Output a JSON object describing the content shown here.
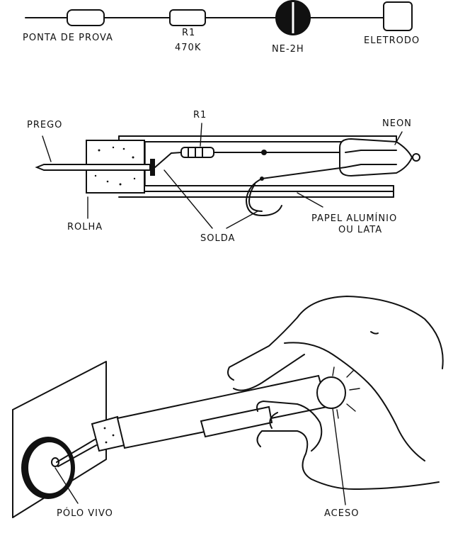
{
  "schematic": {
    "probe_label": "PONTA DE PROVA",
    "resistor_label": "R1",
    "resistor_value": "470K",
    "lamp_label": "NE-2H",
    "electrode_label": "ELETRODO"
  },
  "assembly": {
    "nail_label": "PREGO",
    "resistor_label": "R1",
    "neon_label": "NEON",
    "cork_label": "ROLHA",
    "solder_label": "SOLDA",
    "foil_label_line1": "PAPEL ALUMÍNIO",
    "foil_label_line2": "OU LATA"
  },
  "usage": {
    "live_pole_label": "PÓLO VIVO",
    "lit_label": "ACESO"
  }
}
